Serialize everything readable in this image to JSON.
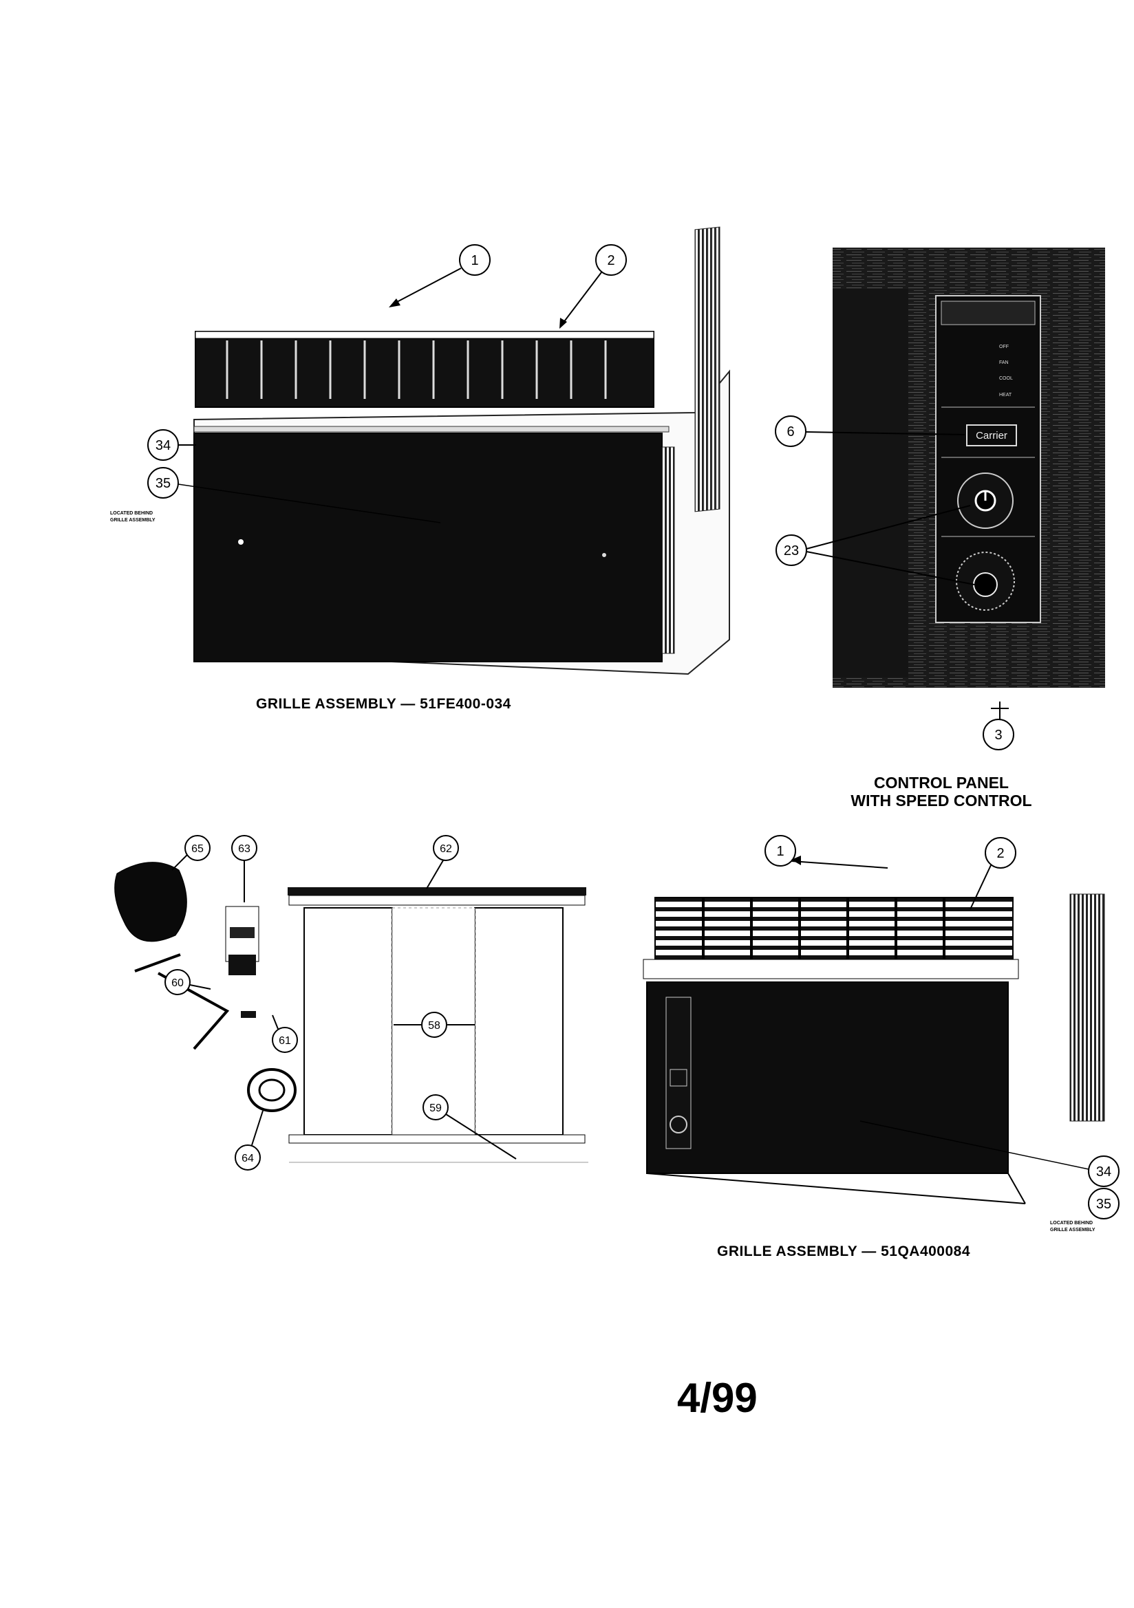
{
  "captions": {
    "grille_a": "GRILLE ASSEMBLY — 51FE400-034",
    "control_panel_line1": "CONTROL PANEL",
    "control_panel_line2": "WITH SPEED CONTROL",
    "grille_b": "GRILLE ASSEMBLY — 51QA400084"
  },
  "page_number": "4/99",
  "notes": {
    "located_behind_a_line1": "LOCATED BEHIND",
    "located_behind_a_line2": "GRILLE ASSEMBLY",
    "located_behind_b_line1": "LOCATED BEHIND",
    "located_behind_b_line2": "GRILLE ASSEMBLY"
  },
  "control_panel": {
    "brand": "Carrier",
    "modes": [
      "OFF",
      "FAN",
      "COOL",
      "HEAT"
    ]
  },
  "callouts": {
    "a1": "1",
    "a2": "2",
    "a34": "34",
    "a35": "35",
    "c6": "6",
    "c23": "23",
    "c3": "3",
    "k65": "65",
    "k63": "63",
    "k62": "62",
    "k60": "60",
    "k61": "61",
    "k58": "58",
    "k59": "59",
    "k64": "64",
    "b1": "1",
    "b2": "2",
    "b34": "34",
    "b35": "35"
  }
}
